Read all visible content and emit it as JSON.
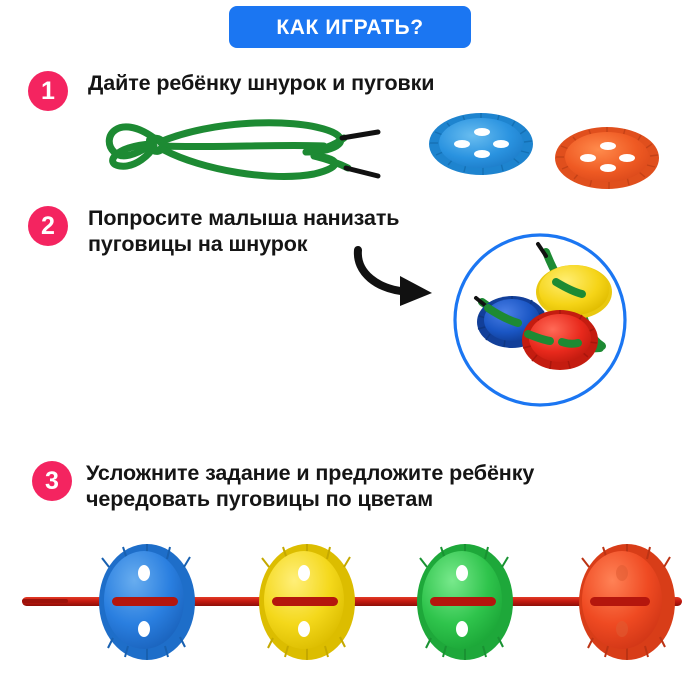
{
  "header": {
    "title": "КАК ИГРАТЬ?",
    "background_color": "#1b76f2",
    "text_color": "#ffffff"
  },
  "theme": {
    "badge_color": "#f42460",
    "badge_text_color": "#ffffff",
    "body_text_color": "#151515",
    "page_background": "#ffffff",
    "circle_outline_color": "#1b76f2",
    "arrow_color": "#111111"
  },
  "steps": [
    {
      "number": "1",
      "text": "Дайте ребёнку шнурок и пуговки",
      "illustration": {
        "name": "green-shoelace-with-two-buttons",
        "lace_color": "#1d8a33",
        "aglet_color": "#111111",
        "buttons": [
          {
            "color": "#2a93e0",
            "holes": 4,
            "label": "blue-button"
          },
          {
            "color": "#ef5a23",
            "holes": 4,
            "label": "orange-button"
          }
        ]
      }
    },
    {
      "number": "2",
      "text": "Попросите малыша нанизать\nпуговицы на шнурок",
      "illustration": {
        "name": "circle-inset-threaded-buttons",
        "arrow": "curved-arrow-right",
        "circle_outline_color": "#1b76f2",
        "lace_color": "#1d8a33",
        "buttons": [
          {
            "color": "#1a56c4",
            "label": "blue-button"
          },
          {
            "color": "#f5d417",
            "label": "yellow-button"
          },
          {
            "color": "#e8291c",
            "label": "red-button"
          }
        ]
      }
    },
    {
      "number": "3",
      "text": "Усложните задание и предложите ребёнку\nчередовать пуговицы по цветам",
      "illustration": {
        "name": "four-buttons-on-red-lace",
        "lace_color": "#c51a10",
        "buttons": [
          {
            "color": "#2a7fe0",
            "label": "blue-button"
          },
          {
            "color": "#f4d81b",
            "label": "yellow-button"
          },
          {
            "color": "#2fc44c",
            "label": "green-button"
          },
          {
            "color": "#ef4a22",
            "label": "red-button"
          }
        ]
      }
    }
  ]
}
